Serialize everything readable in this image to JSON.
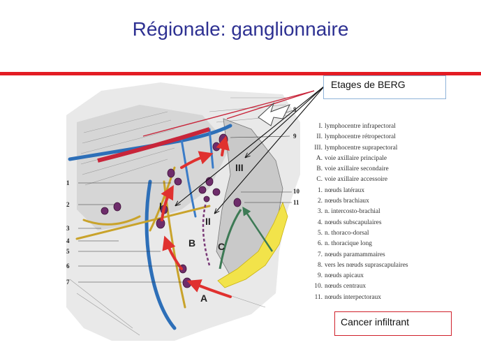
{
  "slide": {
    "title": "Régionale: ganglionnaire",
    "colors": {
      "title": "#2e3192",
      "rule": "#e31b23"
    }
  },
  "callouts": {
    "berg_label": "Etages de BERG",
    "cancer_label": "Cancer infiltrant"
  },
  "figure": {
    "level_labels": [
      "I",
      "II",
      "III"
    ],
    "route_labels": [
      "A",
      "B",
      "C"
    ],
    "left_numbers": [
      "1",
      "2",
      "3",
      "4",
      "5",
      "6",
      "7"
    ],
    "right_numbers": [
      "8",
      "9",
      "10",
      "11"
    ],
    "legend": [
      {
        "key": "I.",
        "text": "lymphocentre infrapectoral"
      },
      {
        "key": "II.",
        "text": "lymphocentre rétropectoral"
      },
      {
        "key": "III.",
        "text": "lymphocentre suprapectoral"
      },
      {
        "key": "A.",
        "text": "voie axillaire principale"
      },
      {
        "key": "B.",
        "text": "voie axillaire secondaire"
      },
      {
        "key": "C.",
        "text": "voie axillaire accessoire"
      },
      {
        "key": "1.",
        "text": "nœuds latéraux"
      },
      {
        "key": "2.",
        "text": "nœuds brachiaux"
      },
      {
        "key": "3.",
        "text": "n. intercosto-brachial"
      },
      {
        "key": "4.",
        "text": "nœuds subscapulaires"
      },
      {
        "key": "5.",
        "text": "n. thoraco-dorsal"
      },
      {
        "key": "6.",
        "text": "n. thoracique long"
      },
      {
        "key": "7.",
        "text": "nœuds paramammaires"
      },
      {
        "key": "8.",
        "text": "vers les nœuds suprascapulaires"
      },
      {
        "key": "9.",
        "text": "nœuds apicaux"
      },
      {
        "key": "10.",
        "text": "nœuds centraux"
      },
      {
        "key": "11.",
        "text": "nœuds interpectoraux"
      }
    ]
  }
}
